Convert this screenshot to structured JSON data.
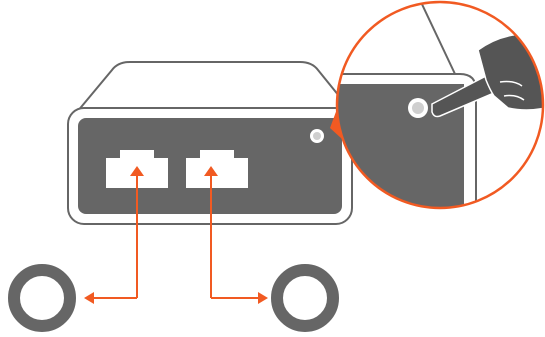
{
  "diagram": {
    "description_items": [
      "device",
      "ethernet-port-1",
      "ethernet-port-2",
      "reset-button",
      "magnified-reset-button-inset",
      "pointing-hand",
      "arrow-to-left-ring",
      "arrow-to-right-ring",
      "left-ring",
      "right-ring"
    ],
    "colors": {
      "accent": "#f15a22",
      "panel": "#666666",
      "outline": "#666666",
      "device_body": "#ffffff",
      "port": "#ffffff",
      "ring": "#666666",
      "hand": "#555555"
    }
  }
}
